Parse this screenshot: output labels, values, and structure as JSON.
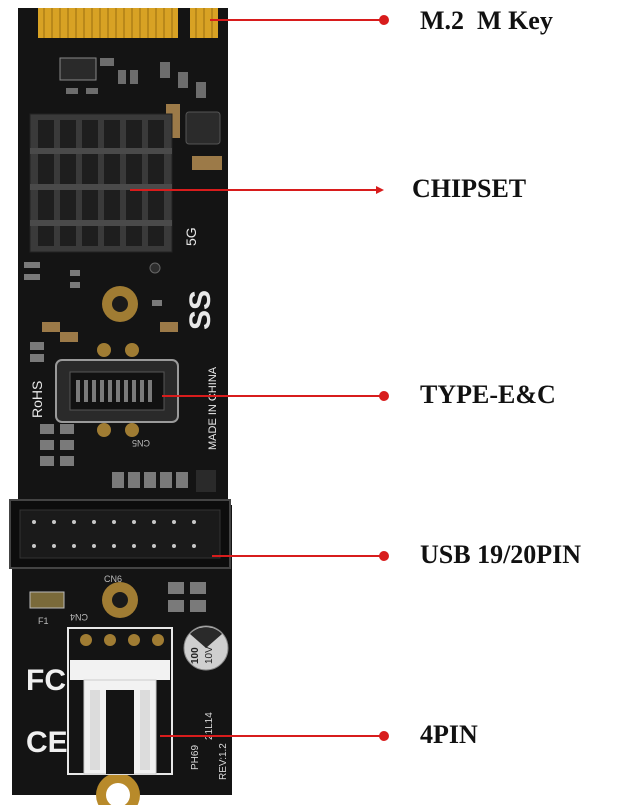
{
  "labels": {
    "m2": "M.2  M Key",
    "chipset": "CHIPSET",
    "type_e": "TYPE-E&C",
    "usb": "USB 19/20PIN",
    "fourpin": "4PIN"
  },
  "board_text": {
    "rohs": "RoHS",
    "made_in": "MADE IN CHINA",
    "ss": "SS",
    "five_g": "5G",
    "fc": "FC",
    "ce": "CE",
    "cn5": "CN5",
    "cn4": "CN4",
    "cn6": "CN6",
    "f1": "F1",
    "code1": "PH69",
    "code2": "21L14",
    "rev": "REV:1.2",
    "cap_value": "100",
    "cap_volt": "10V"
  },
  "colors": {
    "pcb": "#141414",
    "gold": "#d8a224",
    "callout": "#d81c1c",
    "heatsink": "#3a3a3a",
    "connector_white": "#f2f2f2"
  }
}
